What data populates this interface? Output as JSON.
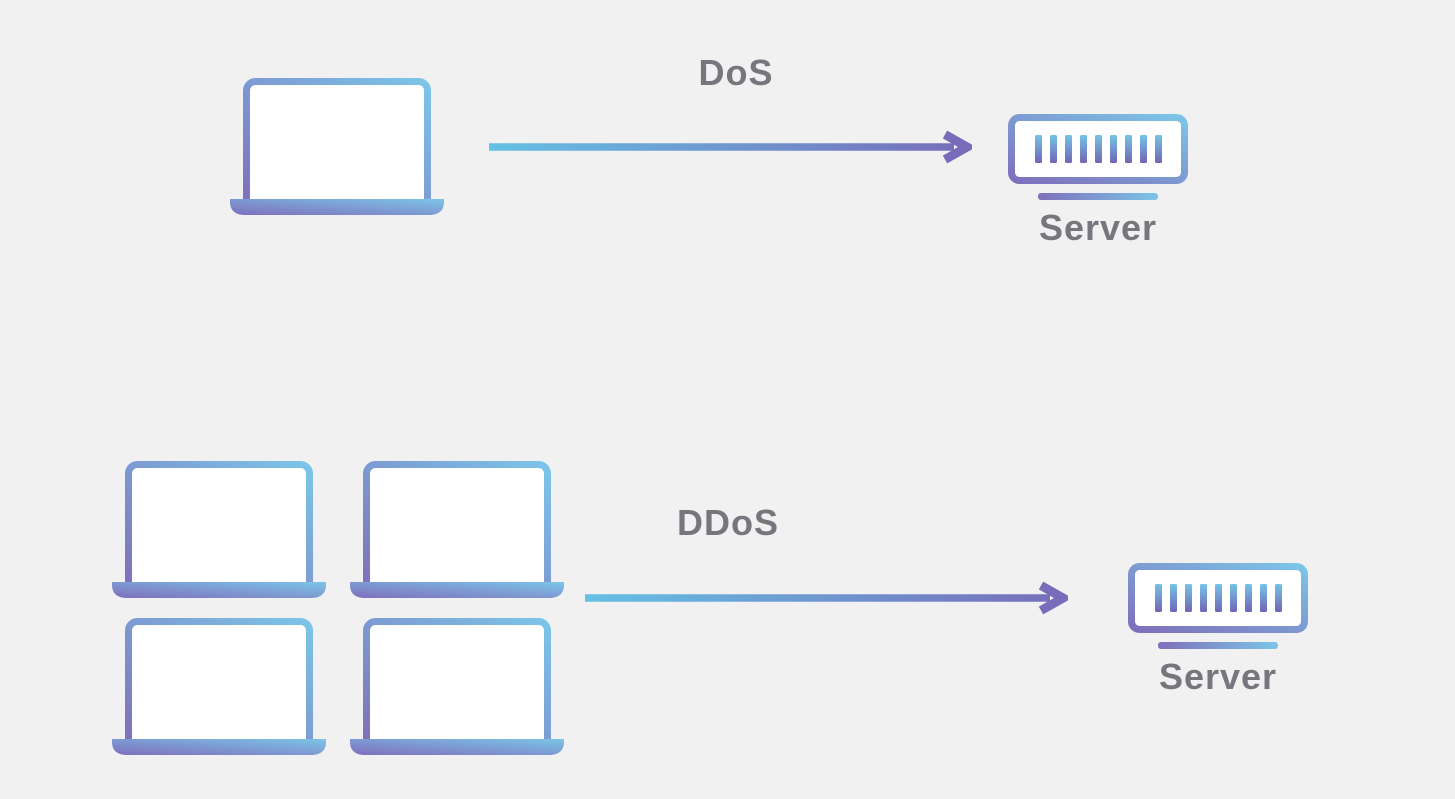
{
  "background_color": "#F1F1F2",
  "colors": {
    "gradient_purple": "#7E6FBC",
    "gradient_blue": "#7CC5E8",
    "bar_top_blue": "#74C4E7",
    "bar_bottom_purple": "#7165B5",
    "arrow_start_blue": "#64C1E4",
    "arrow_end_purple": "#786CBA",
    "label_gray": "#76777C"
  },
  "rows": [
    {
      "id": "dos",
      "attack_label": "DoS",
      "attacker_count": 1,
      "attacker_icon": "laptop-icon",
      "target_icon": "server-icon",
      "target_label": "Server"
    },
    {
      "id": "ddos",
      "attack_label": "DDoS",
      "attacker_count": 4,
      "attacker_icon": "laptop-icon",
      "target_icon": "server-icon",
      "target_label": "Server"
    }
  ]
}
